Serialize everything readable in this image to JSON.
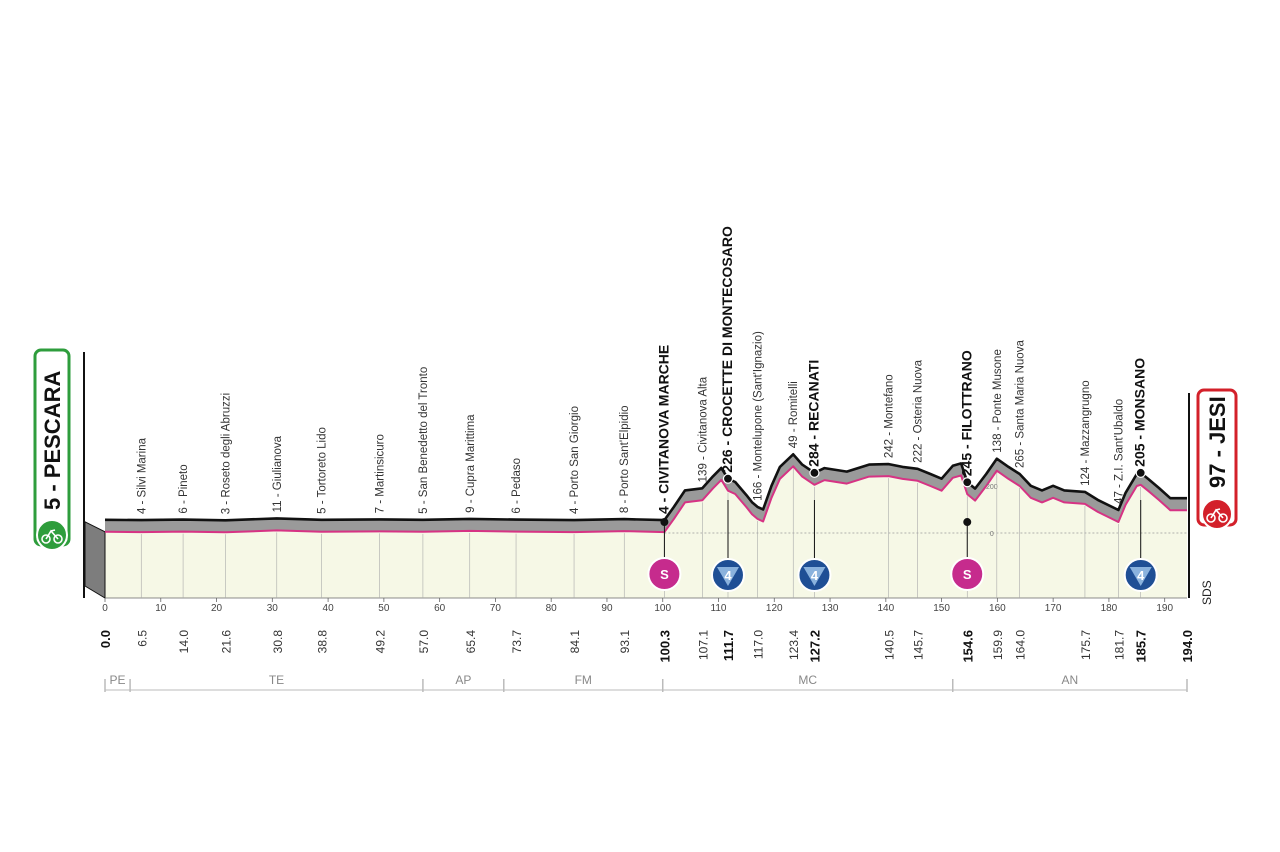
{
  "chart_data": {
    "type": "area",
    "x_unit": "km",
    "xlim": [
      0,
      194
    ],
    "x_ticks": [
      0,
      10,
      20,
      30,
      40,
      50,
      60,
      70,
      80,
      90,
      100,
      110,
      120,
      130,
      140,
      150,
      160,
      170,
      180,
      190
    ],
    "profile": [
      [
        0,
        5
      ],
      [
        6.5,
        4
      ],
      [
        14,
        6
      ],
      [
        21.6,
        3
      ],
      [
        30.8,
        11
      ],
      [
        38.8,
        5
      ],
      [
        49.2,
        7
      ],
      [
        57,
        5
      ],
      [
        65.4,
        9
      ],
      [
        73.7,
        6
      ],
      [
        84.1,
        4
      ],
      [
        93.1,
        8
      ],
      [
        100.3,
        4
      ],
      [
        102,
        60
      ],
      [
        104,
        130
      ],
      [
        107.1,
        139
      ],
      [
        109,
        190
      ],
      [
        110.5,
        226
      ],
      [
        111.7,
        180
      ],
      [
        113,
        166
      ],
      [
        115,
        110
      ],
      [
        116,
        80
      ],
      [
        117,
        60
      ],
      [
        118,
        49
      ],
      [
        119.5,
        150
      ],
      [
        121,
        230
      ],
      [
        123.4,
        284
      ],
      [
        125,
        240
      ],
      [
        127.2,
        205
      ],
      [
        129,
        225
      ],
      [
        133,
        210
      ],
      [
        137,
        240
      ],
      [
        140.5,
        242
      ],
      [
        143,
        230
      ],
      [
        145.7,
        222
      ],
      [
        148,
        200
      ],
      [
        150,
        180
      ],
      [
        152,
        235
      ],
      [
        153.5,
        245
      ],
      [
        154.6,
        165
      ],
      [
        156,
        138
      ],
      [
        158,
        200
      ],
      [
        159.9,
        265
      ],
      [
        162,
        230
      ],
      [
        164,
        200
      ],
      [
        166,
        150
      ],
      [
        168,
        130
      ],
      [
        170,
        150
      ],
      [
        172,
        130
      ],
      [
        175.7,
        124
      ],
      [
        178,
        90
      ],
      [
        181.7,
        47
      ],
      [
        183,
        120
      ],
      [
        185,
        200
      ],
      [
        185.7,
        205
      ],
      [
        187,
        180
      ],
      [
        189,
        140
      ],
      [
        191,
        97
      ],
      [
        194,
        97
      ]
    ],
    "start": {
      "km": "0.0",
      "name": "PESCARA",
      "alt": "5"
    },
    "finish": {
      "km": "194.0",
      "name": "JESI",
      "alt": "97"
    },
    "places": [
      {
        "text": "4 - Silvi Marina",
        "dist": "6.5",
        "km": 6.5,
        "bold": false
      },
      {
        "text": "6 - Pineto",
        "dist": "14.0",
        "km": 14,
        "bold": false
      },
      {
        "text": "3 - Roseto degli Abruzzi",
        "dist": "21.6",
        "km": 21.6,
        "bold": false
      },
      {
        "text": "11 - Giulianova",
        "dist": "30.8",
        "km": 30.8,
        "bold": false
      },
      {
        "text": "5 - Tortoreto Lido",
        "dist": "38.8",
        "km": 38.8,
        "bold": false
      },
      {
        "text": "7 - Martinsicuro",
        "dist": "49.2",
        "km": 49.2,
        "bold": false
      },
      {
        "text": "5 - San Benedetto del Tronto",
        "dist": "57.0",
        "km": 57,
        "bold": false
      },
      {
        "text": "9 - Cupra Marittima",
        "dist": "65.4",
        "km": 65.4,
        "bold": false
      },
      {
        "text": "6 - Pedaso",
        "dist": "73.7",
        "km": 73.7,
        "bold": false
      },
      {
        "text": "4 - Porto San Giorgio",
        "dist": "84.1",
        "km": 84.1,
        "bold": false
      },
      {
        "text": "8 - Porto Sant'Elpidio",
        "dist": "93.1",
        "km": 93.1,
        "bold": false
      },
      {
        "text": "4 - CIVITANOVA MARCHE",
        "dist": "100.3",
        "km": 100.3,
        "bold": true
      },
      {
        "text": "139 - Civitanova Alta",
        "dist": "107.1",
        "km": 107.1,
        "bold": false
      },
      {
        "text": "226 - CROCETTE DI MONTECOSARO",
        "dist": "111.7",
        "km": 111.7,
        "bold": true
      },
      {
        "text": "166 - Montelupone (Sant'Ignazio)",
        "dist": "117.0",
        "km": 117,
        "bold": false
      },
      {
        "text": "49 - Romitelli",
        "dist": "123.4",
        "km": 123.4,
        "bold": false
      },
      {
        "text": "284 - RECANATI",
        "dist": "127.2",
        "km": 127.2,
        "bold": true
      },
      {
        "text": "242 - Montefano",
        "dist": "140.5",
        "km": 140.5,
        "bold": false
      },
      {
        "text": "222 - Osteria Nuova",
        "dist": "145.7",
        "km": 145.7,
        "bold": false
      },
      {
        "text": "245 - FILOTTRANO",
        "dist": "154.6",
        "km": 154.6,
        "bold": true
      },
      {
        "text": "138 - Ponte Musone",
        "dist": "159.9",
        "km": 159.9,
        "bold": false
      },
      {
        "text": "265 - Santa Maria Nuova",
        "dist": "164.0",
        "km": 164,
        "bold": false
      },
      {
        "text": "124 - Mazzangrugno",
        "dist": "175.7",
        "km": 175.7,
        "bold": false
      },
      {
        "text": "47 - Z.I. Sant'Ubaldo",
        "dist": "181.7",
        "km": 181.7,
        "bold": false
      },
      {
        "text": "205 - MONSANO",
        "dist": "185.7",
        "km": 185.7,
        "bold": true
      }
    ],
    "sprints": [
      {
        "km": 100.3,
        "label": "S"
      },
      {
        "km": 154.6,
        "label": "S"
      }
    ],
    "kom": [
      {
        "km": 111.7,
        "label": "4"
      },
      {
        "km": 127.2,
        "label": "4"
      },
      {
        "km": 185.7,
        "label": "4"
      }
    ],
    "provinces": [
      {
        "label": "PE",
        "from": 0,
        "to": 4.5
      },
      {
        "label": "TE",
        "from": 4.5,
        "to": 57
      },
      {
        "label": "AP",
        "from": 57,
        "to": 71.5
      },
      {
        "label": "FM",
        "from": 71.5,
        "to": 100
      },
      {
        "label": "MC",
        "from": 100,
        "to": 152
      },
      {
        "label": "AN",
        "from": 152,
        "to": 194
      }
    ],
    "alt_markers": [
      "200",
      "0"
    ],
    "sds_label": "SDS",
    "colors": {
      "start": "#2e9d3c",
      "finish": "#d3202a",
      "sprint": "#c62b8d",
      "kom": "#1f4f95",
      "profile_line": "#d63384",
      "ground": "#f6f8e6"
    }
  }
}
